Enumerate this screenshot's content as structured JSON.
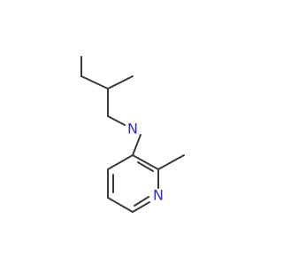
{
  "structure": {
    "atoms": [
      {
        "id": "N_amine",
        "label": "N"
      },
      {
        "id": "N_ring",
        "label": "N"
      }
    ],
    "colors": {
      "nitrogen": "#2b2ecf",
      "bond": "#3a3a3a",
      "background": "#ffffff"
    }
  }
}
